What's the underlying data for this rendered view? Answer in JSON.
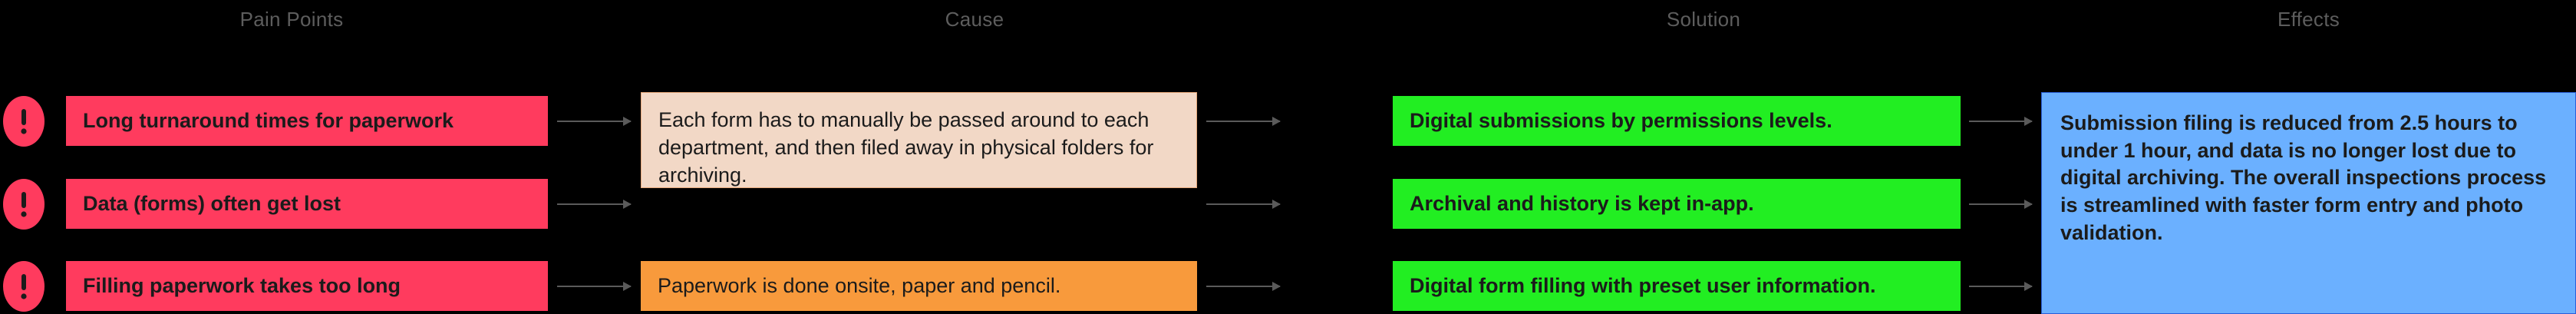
{
  "diagram": {
    "background_color": "#000000",
    "columns": [
      {
        "id": "pain-points",
        "label": "Pain Points"
      },
      {
        "id": "cause",
        "label": "Cause"
      },
      {
        "id": "solution",
        "label": "Solution"
      },
      {
        "id": "effects",
        "label": "Effects"
      }
    ],
    "colors": {
      "pain": "#ff3b5e",
      "cause": "#f2d8c6",
      "cause_alt": "#f89a3c",
      "solution": "#22ee22",
      "effects": "#6bb0ff",
      "header_text": "#5d5d5d",
      "arrow": "#5a5a5a"
    },
    "pain_points": [
      {
        "icon": "alert-exclamation-icon",
        "label": "Long turnaround times for paperwork"
      },
      {
        "icon": "alert-exclamation-icon",
        "label": "Data (forms) often get lost"
      },
      {
        "icon": "alert-exclamation-icon",
        "label": "Filling paperwork takes too long"
      }
    ],
    "causes": [
      {
        "label": "Each form has to manually be passed around to each department, and then filed away in physical folders for archiving."
      },
      {
        "label": "Paperwork is done onsite, paper and pencil."
      }
    ],
    "solutions": [
      {
        "label": "Digital submissions by permissions levels."
      },
      {
        "label": "Archival and history is kept in-app."
      },
      {
        "label": "Digital form filling with preset user information."
      }
    ],
    "effects": {
      "label": "Submission filing is reduced from 2.5 hours to under 1 hour, and data is no longer lost due to digital archiving. The overall inspections process is streamlined with faster form entry and photo validation."
    }
  }
}
